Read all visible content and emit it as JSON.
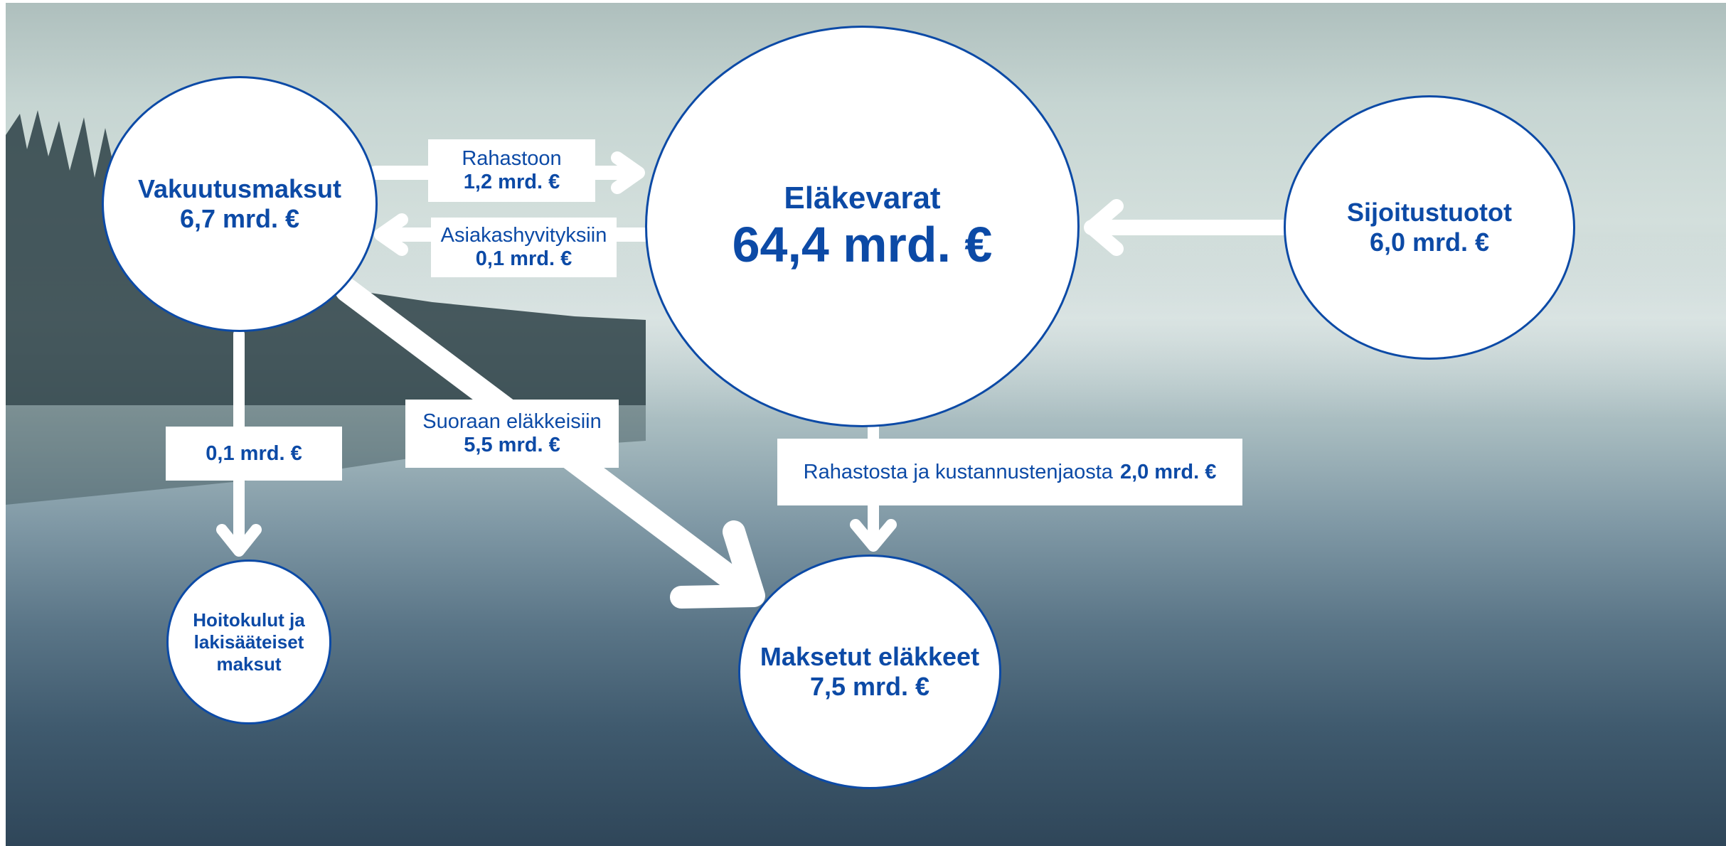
{
  "nodes": {
    "vakuutusmaksut": {
      "title": "Vakuutusmaksut",
      "value": "6,7 mrd. €"
    },
    "elakevarat": {
      "title": "Eläkevarat",
      "value": "64,4 mrd. €"
    },
    "sijoitustuotot": {
      "title": "Sijoitustuotot",
      "value": "6,0 mrd. €"
    },
    "hoitokulut": {
      "line1": "Hoitokulut ja",
      "line2": "lakisääteiset",
      "line3": "maksut"
    },
    "maksetut": {
      "title": "Maksetut eläkkeet",
      "value": "7,5 mrd. €"
    }
  },
  "flows": {
    "rahastoon": {
      "label": "Rahastoon",
      "value": "1,2 mrd. €"
    },
    "asiakashyvitykset": {
      "label": "Asiakashyvityksiin",
      "value": "0,1 mrd. €"
    },
    "suoraan": {
      "label": "Suoraan eläkkeisiin",
      "value": "5,5 mrd. €"
    },
    "hoitokuluihin": {
      "value": "0,1 mrd. €"
    },
    "rahastosta": {
      "label": "Rahastosta ja kustannustenjaosta",
      "value": "2,0 mrd. €"
    }
  },
  "colors": {
    "accent": "#0c4aa6",
    "node_fill": "#ffffff",
    "arrow": "#ffffff"
  }
}
